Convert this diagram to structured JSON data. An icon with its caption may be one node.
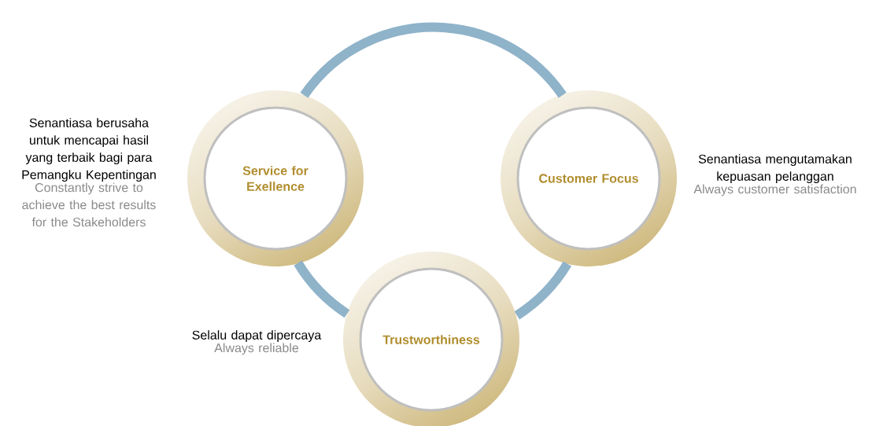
{
  "diagram": {
    "nodes": [
      {
        "text": [
          "Service for Exellence"
        ],
        "beside": [
          "Senantiasa berusaha untuk mencapai hasil yang terbaik bagi para Pemangku Kepentingan",
          "Constantly strive to achieve the best results for the Stakeholders"
        ]
      },
      {
        "text": [
          "Customer Focus"
        ],
        "beside": [
          "Senantiasa mengutamakan kepuasan pelanggan",
          "Always customer satisfaction"
        ]
      },
      {
        "text": [
          "Trustworthiness"
        ],
        "beside": [
          "Selalu dapat dipercaya",
          "Always reliable"
        ]
      }
    ],
    "edges": [
      {
        "from": 0,
        "to": 1,
        "arrow": "none"
      },
      {
        "from": 1,
        "to": 2,
        "arrow": "none"
      },
      {
        "from": 2,
        "to": 0,
        "arrow": "none"
      }
    ]
  }
}
